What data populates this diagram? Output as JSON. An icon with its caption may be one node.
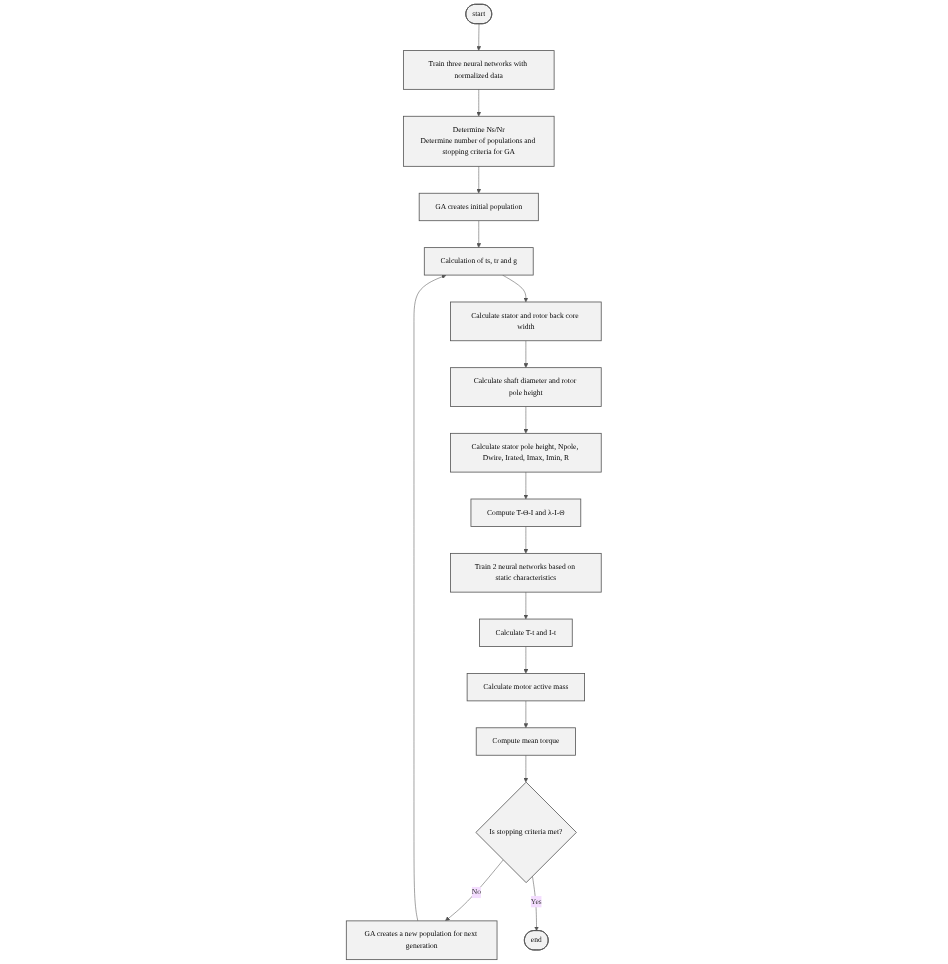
{
  "diagram": {
    "nodes": [
      {
        "text": [
          "start"
        ]
      },
      {
        "text": [
          "Train three neural networks with normalized data"
        ]
      },
      {
        "text": [
          "Determine Ns/Nr",
          "Determine number of populations and stopping criteria for GA"
        ]
      },
      {
        "text": [
          "GA creates initial population"
        ]
      },
      {
        "text": [
          "Calculation of ts, tr and g"
        ]
      },
      {
        "text": [
          "Calculate stator and rotor back core width"
        ]
      },
      {
        "text": [
          "Calculate shaft diameter and rotor pole height"
        ]
      },
      {
        "text": [
          "Calculate stator pole height, Npole, Dwire, Irated, Imax, Imin, R"
        ]
      },
      {
        "text": [
          "Compute T-Θ-I and λ-I-Θ"
        ]
      },
      {
        "text": [
          "Train 2 neural networks based on static characteristics"
        ]
      },
      {
        "text": [
          "Calculate T-t and I-t"
        ]
      },
      {
        "text": [
          "Calculate motor active mass"
        ]
      },
      {
        "text": [
          "Compute mean torque"
        ]
      },
      {
        "text": [
          "Is stopping criteria met?"
        ]
      },
      {
        "text": [
          "GA creates a new population for next generation"
        ]
      },
      {
        "text": [
          "end"
        ]
      }
    ],
    "edges": [
      {
        "from": 0,
        "to": 1,
        "arrow": "to"
      },
      {
        "from": 1,
        "to": 2,
        "arrow": "to"
      },
      {
        "from": 2,
        "to": 3,
        "arrow": "to"
      },
      {
        "from": 3,
        "to": 4,
        "arrow": "to"
      },
      {
        "from": 4,
        "to": 5,
        "arrow": "to"
      },
      {
        "from": 5,
        "to": 6,
        "arrow": "to"
      },
      {
        "from": 6,
        "to": 7,
        "arrow": "to"
      },
      {
        "from": 7,
        "to": 8,
        "arrow": "to"
      },
      {
        "from": 8,
        "to": 9,
        "arrow": "to"
      },
      {
        "from": 9,
        "to": 10,
        "arrow": "to"
      },
      {
        "from": 10,
        "to": 11,
        "arrow": "to"
      },
      {
        "from": 11,
        "to": 12,
        "arrow": "to"
      },
      {
        "from": 12,
        "to": 13,
        "arrow": "to"
      },
      {
        "from": 13,
        "to": 14,
        "label": "No",
        "arrow": "to"
      },
      {
        "from": 13,
        "to": 15,
        "label": "Yes",
        "arrow": "to"
      },
      {
        "from": 14,
        "to": 4,
        "arrow": "to"
      }
    ]
  }
}
